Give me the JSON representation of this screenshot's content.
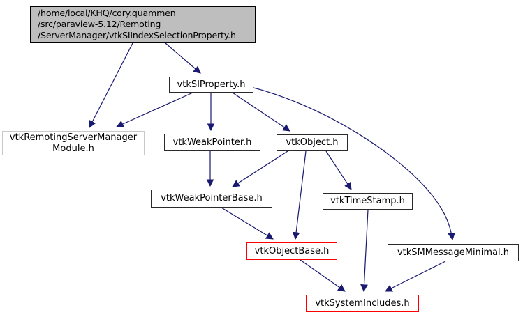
{
  "diagram": {
    "kind": "include-dependency-graph",
    "background_color": "#ffffff",
    "edge_color": "#191970",
    "root_fill_color": "#bebebe",
    "node_border_color": "#2a2a2a",
    "faded_border_color": "#c9c9c9",
    "alert_border_color": "#ff0000",
    "nodes": [
      {
        "id": "root",
        "style": "root",
        "lines": [
          "/home/local/KHQ/cory.quammen",
          "/src/paraview-5.12/Remoting",
          "/ServerManager/vtkSIIndexSelectionProperty.h"
        ]
      },
      {
        "id": "vtkSIProperty",
        "style": "normal",
        "lines": [
          "vtkSIProperty.h"
        ]
      },
      {
        "id": "vtkRemotingServerManagerModule",
        "style": "faded",
        "lines": [
          "vtkRemotingServerManager",
          "Module.h"
        ]
      },
      {
        "id": "vtkWeakPointer",
        "style": "normal",
        "lines": [
          "vtkWeakPointer.h"
        ]
      },
      {
        "id": "vtkObject",
        "style": "normal",
        "lines": [
          "vtkObject.h"
        ]
      },
      {
        "id": "vtkWeakPointerBase",
        "style": "normal",
        "lines": [
          "vtkWeakPointerBase.h"
        ]
      },
      {
        "id": "vtkTimeStamp",
        "style": "normal",
        "lines": [
          "vtkTimeStamp.h"
        ]
      },
      {
        "id": "vtkObjectBase",
        "style": "red",
        "lines": [
          "vtkObjectBase.h"
        ]
      },
      {
        "id": "vtkSMMessageMinimal",
        "style": "normal",
        "lines": [
          "vtkSMMessageMinimal.h"
        ]
      },
      {
        "id": "vtkSystemIncludes",
        "style": "red",
        "lines": [
          "vtkSystemIncludes.h"
        ]
      }
    ],
    "edges": [
      {
        "from": "root",
        "to": "vtkSIProperty"
      },
      {
        "from": "root",
        "to": "vtkRemotingServerManagerModule"
      },
      {
        "from": "vtkSIProperty",
        "to": "vtkRemotingServerManagerModule"
      },
      {
        "from": "vtkSIProperty",
        "to": "vtkWeakPointer"
      },
      {
        "from": "vtkSIProperty",
        "to": "vtkObject"
      },
      {
        "from": "vtkSIProperty",
        "to": "vtkSMMessageMinimal"
      },
      {
        "from": "vtkWeakPointer",
        "to": "vtkWeakPointerBase"
      },
      {
        "from": "vtkObject",
        "to": "vtkWeakPointerBase"
      },
      {
        "from": "vtkObject",
        "to": "vtkObjectBase"
      },
      {
        "from": "vtkObject",
        "to": "vtkTimeStamp"
      },
      {
        "from": "vtkWeakPointerBase",
        "to": "vtkObjectBase"
      },
      {
        "from": "vtkObjectBase",
        "to": "vtkSystemIncludes"
      },
      {
        "from": "vtkTimeStamp",
        "to": "vtkSystemIncludes"
      },
      {
        "from": "vtkSMMessageMinimal",
        "to": "vtkSystemIncludes"
      }
    ]
  }
}
